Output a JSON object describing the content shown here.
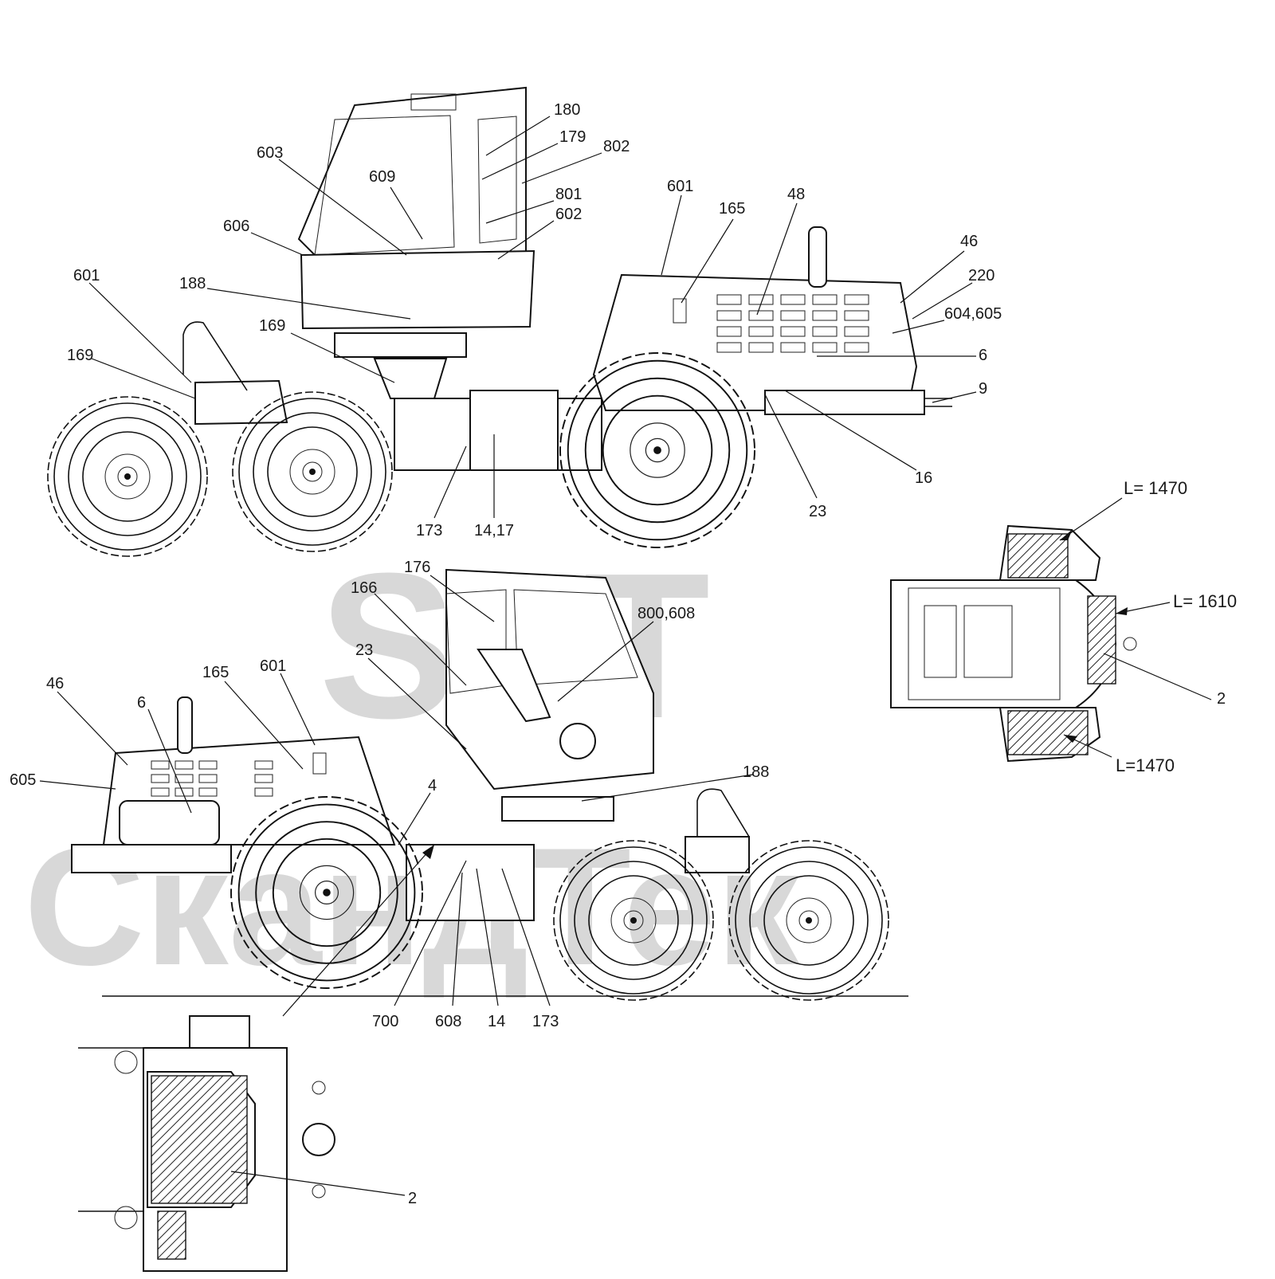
{
  "watermark": {
    "logo_text": "SFT",
    "brand_text": "СкандТек",
    "color": "#d8d8d8"
  },
  "colors": {
    "line": "#111111",
    "background": "#ffffff"
  },
  "views": {
    "top_side_view": {
      "callouts": [
        "180",
        "179",
        "802",
        "603",
        "609",
        "801",
        "602",
        "606",
        "601",
        "165",
        "48",
        "46",
        "220",
        "604,605",
        "6",
        "9",
        "601",
        "188",
        "169",
        "169",
        "16",
        "23",
        "173",
        "14,17"
      ]
    },
    "bottom_side_view": {
      "callouts": [
        "176",
        "166",
        "800,608",
        "23",
        "46",
        "165",
        "601",
        "6",
        "605",
        "4",
        "188",
        "700",
        "608",
        "14",
        "173"
      ]
    },
    "rear_view": {
      "callouts": [
        "L= 1470",
        "L= 1610",
        "2",
        "L=1470"
      ]
    },
    "top_plan_detail": {
      "callouts": [
        "2"
      ]
    }
  }
}
